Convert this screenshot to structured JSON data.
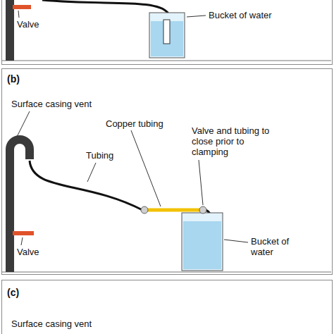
{
  "diagram": {
    "nodes": [
      {
        "text": [
          "Valve",
          "Bucket of water"
        ]
      },
      {
        "text": [
          "(b)",
          "Surface casing vent",
          "Tubing",
          "Copper tubing",
          "Valve and tubing to close prior to clamping",
          "Valve",
          "Bucket of water"
        ]
      },
      {
        "text": [
          "(c)",
          "Surface casing vent"
        ]
      }
    ]
  }
}
